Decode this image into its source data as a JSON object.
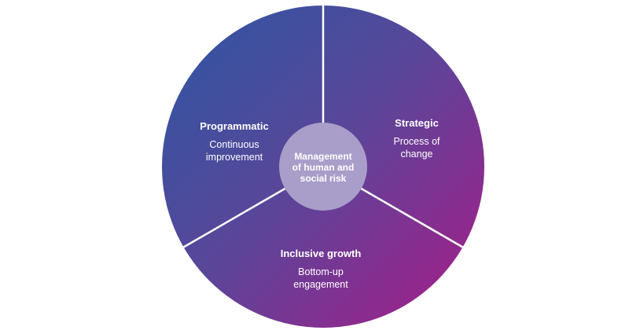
{
  "diagram": {
    "center": {
      "lines": [
        "Management",
        "of human and",
        "social risk"
      ]
    },
    "segments": [
      {
        "title": "Programmatic",
        "subtitle_lines": [
          "Continuous",
          "improvement"
        ]
      },
      {
        "title": "Strategic",
        "subtitle_lines": [
          "Process of",
          "change"
        ]
      },
      {
        "title": "Inclusive growth",
        "subtitle_lines": [
          "Bottom-up",
          "engagement"
        ]
      }
    ],
    "colors": {
      "gradient_start": "#2e56a3",
      "gradient_mid": "#5a4699",
      "gradient_end": "#a21f8a",
      "hub_fill": "#a99ec9",
      "divider": "#ffffff"
    }
  }
}
